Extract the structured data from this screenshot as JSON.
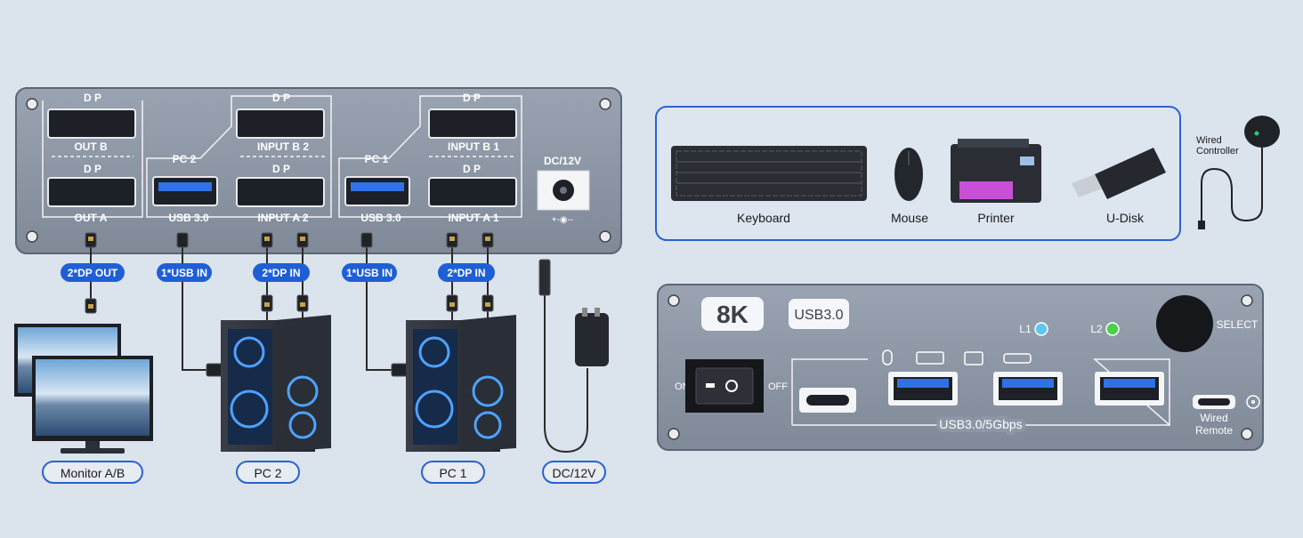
{
  "back_panel": {
    "dp_label": "D P",
    "out_b": "OUT B",
    "out_a": "OUT A",
    "pc2": "PC 2",
    "pc1": "PC 1",
    "input_b2": "INPUT B 2",
    "input_a2": "INPUT A 2",
    "input_b1": "INPUT B 1",
    "input_a1": "INPUT A 1",
    "usb30": "USB 3.0",
    "dc_label": "DC/12V",
    "polarity": "+-◉--"
  },
  "cable_badges": {
    "dp_out": "2*DP OUT",
    "usb_in_pc2": "1*USB IN",
    "dp_in_pc2": "2*DP IN",
    "usb_in_pc1": "1*USB IN",
    "dp_in_pc1": "2*DP IN"
  },
  "device_labels": {
    "monitor": "Monitor A/B",
    "pc2": "PC 2",
    "pc1": "PC 1",
    "dc": "DC/12V"
  },
  "peripherals": {
    "keyboard": "Keyboard",
    "mouse": "Mouse",
    "printer": "Printer",
    "udisk": "U-Disk"
  },
  "wired_controller": {
    "line1": "Wired",
    "line2": "Controller"
  },
  "front_panel": {
    "badge_8k": "8K",
    "badge_usb": "USB3.0",
    "select": "SELECT",
    "on": "ON",
    "off": "OFF",
    "l1": "L1",
    "l2": "L2",
    "usb_group": "USB3.0/5Gbps",
    "remote_line1": "Wired",
    "remote_line2": "Remote"
  },
  "colors": {
    "background": "#dbe3ed",
    "panel": "#8d97a6",
    "badge_blue": "#1f5fd6",
    "outline_blue": "#2a62d0",
    "usb_blue": "#2e72e6"
  }
}
